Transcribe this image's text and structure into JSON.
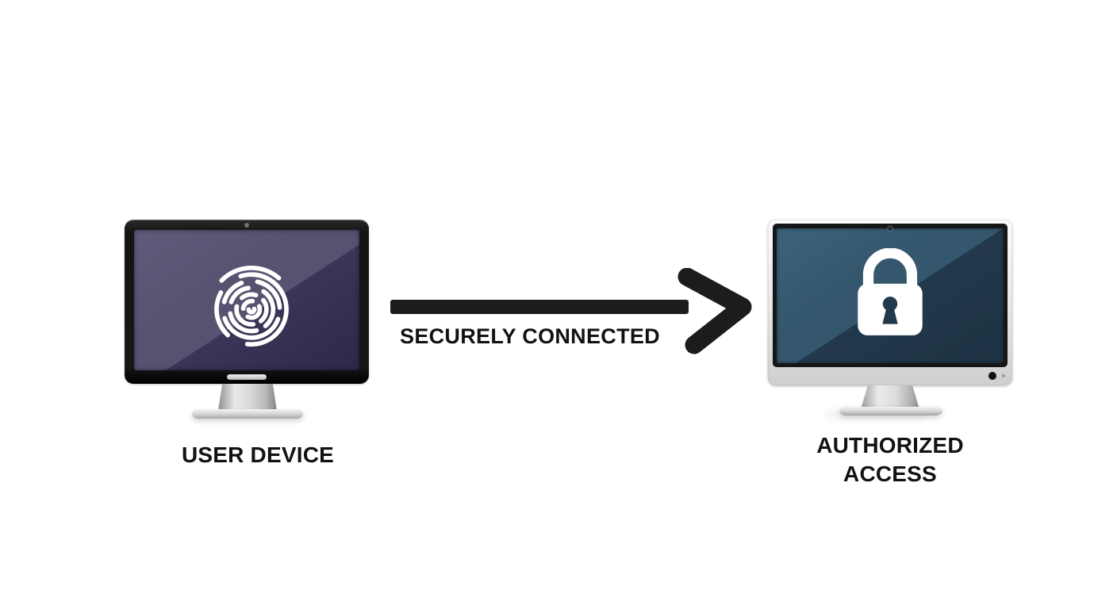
{
  "diagram": {
    "title": "secure connection diagram",
    "background": "#ffffff",
    "nodes": [
      {
        "id": "user-device",
        "label": "USER DEVICE",
        "icon": "fingerprint-icon",
        "screen_lighter": "#615b7b",
        "screen_light": "#585271",
        "screen_dark": "#3b3558",
        "screen_darker": "#2e2948"
      },
      {
        "id": "authorized-access",
        "label": "AUTHORIZED ACCESS",
        "label_lines": [
          "AUTHORIZED",
          "ACCESS"
        ],
        "icon": "lock-icon",
        "screen_lighter": "#3d627c",
        "screen_light": "#34576d",
        "screen_dark": "#22394b",
        "screen_darker": "#1d3344"
      }
    ],
    "connection": {
      "label": "SECURELY CONNECTED",
      "arrow_color": "#1c1c1c",
      "direction": "left-to-right"
    }
  }
}
